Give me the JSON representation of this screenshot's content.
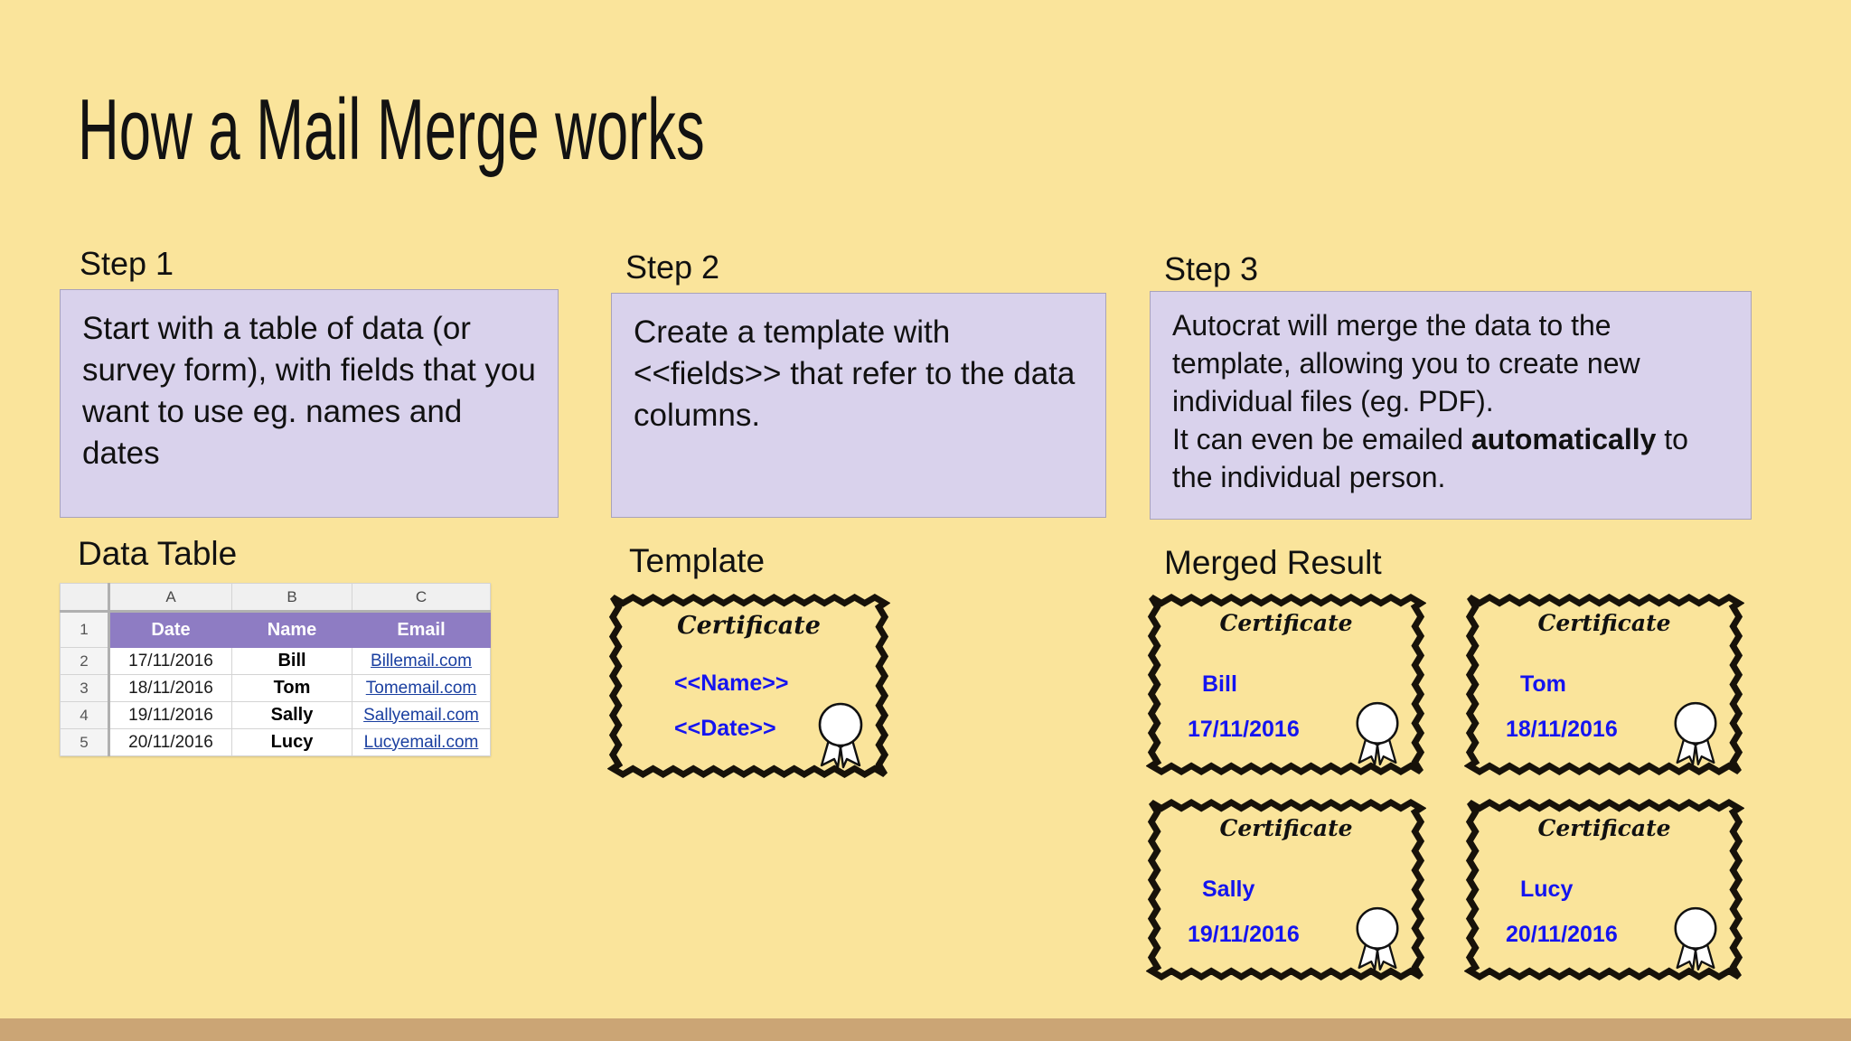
{
  "slide": {
    "title": "How a Mail Merge works",
    "background_color": "#fae49b",
    "box_color": "#d9d2ec",
    "accent_purple": "#8e7cc3",
    "field_blue": "#1414f0",
    "bottom_bar_color": "#cba575"
  },
  "steps": [
    {
      "label": "Step 1",
      "body": "Start with a table of data (or survey form), with fields that you want to use eg. names and dates",
      "sub_label": "Data Table"
    },
    {
      "label": "Step 2",
      "body": "Create a template with <<fields>> that refer to the data columns.",
      "sub_label": "Template"
    },
    {
      "label": "Step 3",
      "body_part1": "Autocrat will merge the data to the template, allowing you to create new individual files (eg. PDF).",
      "body_part2": "It can even be emailed ",
      "body_emphasis": "automatically",
      "body_part3": " to the individual person.",
      "sub_label": "Merged Result"
    }
  ],
  "data_table": {
    "column_letters": [
      "A",
      "B",
      "C"
    ],
    "row_numbers": [
      "1",
      "2",
      "3",
      "4",
      "5"
    ],
    "headers": [
      "Date",
      "Name",
      "Email"
    ],
    "rows": [
      {
        "date": "17/11/2016",
        "name": "Bill",
        "email": "Billemail.com"
      },
      {
        "date": "18/11/2016",
        "name": "Tom",
        "email": "Tomemail.com"
      },
      {
        "date": "19/11/2016",
        "name": "Sally",
        "email": "Sallyemail.com"
      },
      {
        "date": "20/11/2016",
        "name": "Lucy",
        "email": "Lucyemail.com"
      }
    ]
  },
  "template_certificate": {
    "title": "Certificate",
    "name_field": "<<Name>>",
    "date_field": "<<Date>>",
    "seal_icon": "award-rosette-icon"
  },
  "merged_certificates": [
    {
      "title": "Certificate",
      "name": "Bill",
      "date": "17/11/2016",
      "seal_icon": "award-rosette-icon"
    },
    {
      "title": "Certificate",
      "name": "Tom",
      "date": "18/11/2016",
      "seal_icon": "award-rosette-icon"
    },
    {
      "title": "Certificate",
      "name": "Sally",
      "date": "19/11/2016",
      "seal_icon": "award-rosette-icon"
    },
    {
      "title": "Certificate",
      "name": "Lucy",
      "date": "20/11/2016",
      "seal_icon": "award-rosette-icon"
    }
  ]
}
